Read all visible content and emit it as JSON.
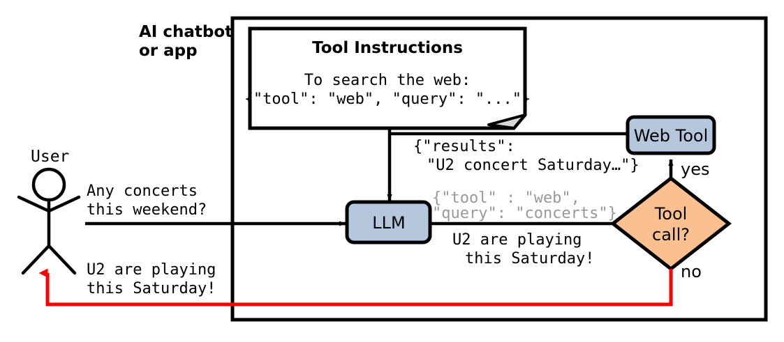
{
  "diagram": {
    "title": "AI chatbot agent tool-calling loop",
    "container_label_line1": "AI chatbot",
    "container_label_line2": "or app",
    "actor": {
      "label": "User"
    },
    "nodes": {
      "tool_instructions": {
        "heading": "Tool Instructions",
        "body_line1": "To search the web:",
        "body_line2": "{\"tool\": \"web\", \"query\": \"...\"}"
      },
      "llm": {
        "label": "LLM"
      },
      "web_tool": {
        "label": "Web Tool"
      },
      "decision": {
        "label_line1": "Tool",
        "label_line2": "call?"
      }
    },
    "edges": {
      "user_to_llm_line1": "Any concerts",
      "user_to_llm_line2": "this weekend?",
      "llm_to_user_line1": "U2 are playing",
      "llm_to_user_line2": "this Saturday!",
      "results_line1": "{\"results\":",
      "results_line2": "\"U2 concert Saturday…\"}",
      "toolcall_json_line1": "{\"tool\" : \"web\",",
      "toolcall_json_line2": "\"query\": \"concerts\"}",
      "llm_answer_line1": "U2 are playing",
      "llm_answer_line2": "this Saturday!",
      "decision_yes": "yes",
      "decision_no": "no"
    },
    "colors": {
      "box_fill": "#b4c7dd",
      "diamond_fill": "#fac090",
      "stroke": "#000000",
      "red_arrow": "#ff0000",
      "gray_text": "#999999",
      "white": "#ffffff",
      "fold_fill": "#d9d9d9"
    }
  }
}
